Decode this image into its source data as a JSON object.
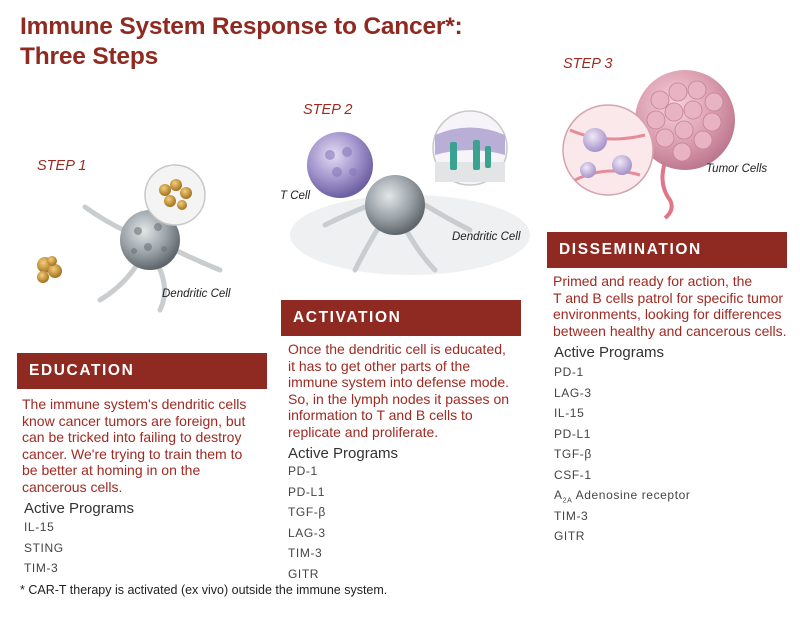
{
  "title": {
    "line1": "Immune System Response to Cancer*:",
    "line2": "Three Steps"
  },
  "steps": [
    {
      "step_label": "STEP 1",
      "cell_label": "Dendritic Cell",
      "banner": "EDUCATION",
      "description": [
        "The immune system's dendritic cells",
        "know cancer tumors are foreign, but",
        "can be tricked into failing to destroy",
        "cancer. We're trying to train them to",
        "be better at homing in on the",
        "cancerous cells."
      ],
      "active_programs_heading": "Active Programs",
      "programs": [
        "IL-15",
        "STING",
        "TIM-3"
      ]
    },
    {
      "step_label": "STEP 2",
      "cell_labels": {
        "t_cell": "T Cell",
        "dendritic": "Dendritic Cell"
      },
      "banner": "ACTIVATION",
      "description": [
        "Once the dendritic cell is educated,",
        "it has to get other parts of the",
        "immune system  into defense mode.",
        "So, in the lymph nodes it passes on",
        "information to T and B cells to",
        "replicate and proliferate."
      ],
      "active_programs_heading": "Active Programs",
      "programs": [
        "PD-1",
        "PD-L1",
        "TGF-β",
        "LAG-3",
        "TIM-3",
        "GITR"
      ]
    },
    {
      "step_label": "STEP 3",
      "cell_label": "Tumor Cells",
      "banner": "DISSEMINATION",
      "description": [
        "Primed and ready for action, the",
        "T and B cells patrol for specific tumor",
        "environments, looking for differences",
        "between healthy and cancerous cells."
      ],
      "active_programs_heading": "Active Programs",
      "programs": [
        "PD-1",
        "LAG-3",
        "IL-15",
        "PD-L1",
        "TGF-β",
        "CSF-1"
      ],
      "a2a": {
        "prefix": "A",
        "sub": "2A",
        "rest": " Adenosine receptor"
      },
      "programs_after": [
        "TIM-3",
        "GITR"
      ]
    }
  ],
  "footnote": "* CAR-T therapy is activated (ex vivo) outside the immune system.",
  "colors": {
    "accent": "#8f2a22",
    "banner_text": "#ffffff",
    "description_text": "#a02a22"
  },
  "illustrations": [
    "dendritic-cell-with-antigen-inset",
    "t-cell-meeting-dendritic-cell-with-receptor-inset",
    "tumor-cells-with-magnified-inset"
  ]
}
